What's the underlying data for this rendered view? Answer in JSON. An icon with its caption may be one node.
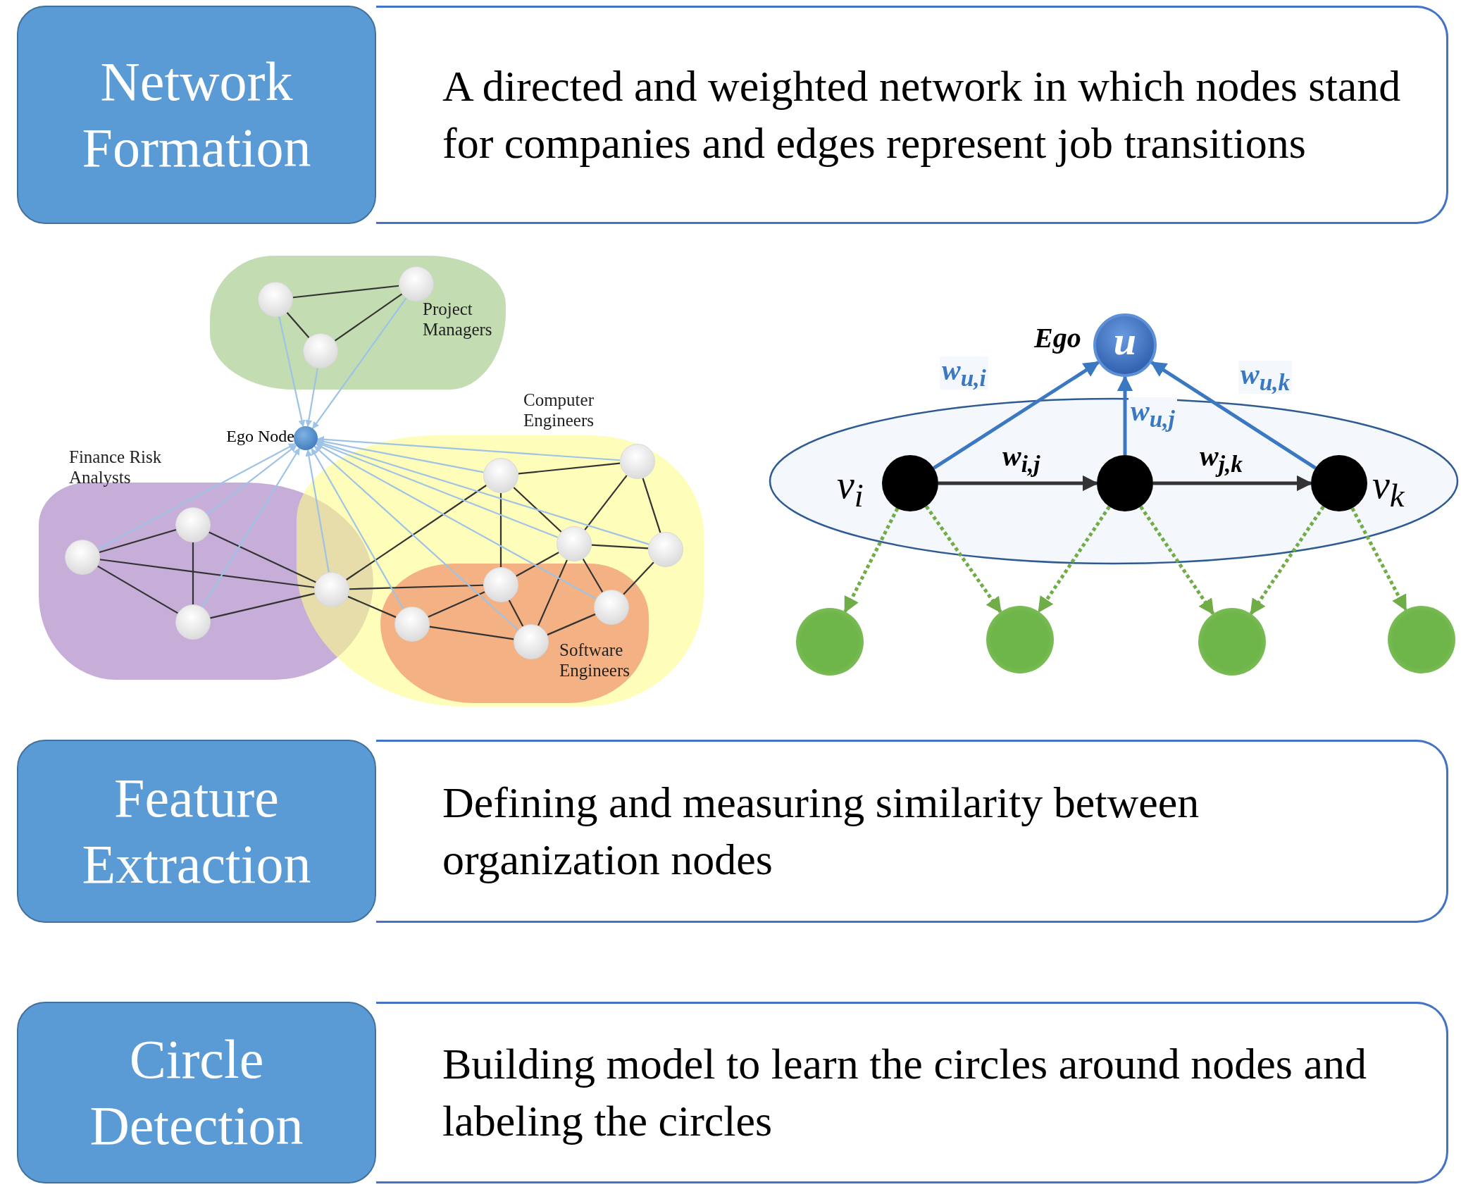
{
  "diagram": {
    "nodes": [
      {
        "text": [
          "Network Formation"
        ]
      },
      {
        "text": [
          "A directed and weighted network in which nodes stand for companies and edges represent job transitions"
        ]
      },
      {
        "text": [
          "Project Managers"
        ]
      },
      {
        "text": [],
        "shape": "circle",
        "in": 2
      },
      {
        "text": [],
        "shape": "circle",
        "in": 2
      },
      {
        "text": [],
        "shape": "circle",
        "in": 2
      },
      {
        "text": [],
        "shape": "circle",
        "beside": [
          "Ego Node"
        ]
      },
      {
        "text": [
          "Finance Risk Analysts"
        ]
      },
      {
        "text": [],
        "shape": "circle",
        "in": 7
      },
      {
        "text": [],
        "shape": "circle",
        "in": 7
      },
      {
        "text": [],
        "shape": "circle",
        "in": 7
      },
      {
        "text": [
          "Computer Engineers"
        ]
      },
      {
        "text": [],
        "shape": "circle",
        "in": 11
      },
      {
        "text": [],
        "shape": "circle",
        "in": 11
      },
      {
        "text": [],
        "shape": "circle",
        "in": 11
      },
      {
        "text": [],
        "shape": "circle",
        "in": 11
      },
      {
        "text": [],
        "shape": "circle"
      },
      {
        "text": [
          "Software Engineers"
        ],
        "in": 11
      },
      {
        "text": [],
        "shape": "circle",
        "in": 17
      },
      {
        "text": [],
        "shape": "circle",
        "in": 17
      },
      {
        "text": [],
        "shape": "circle",
        "in": 17
      },
      {
        "text": [],
        "shape": "circle",
        "in": 17
      },
      {
        "text": [
          "u"
        ],
        "beside": [
          "Ego"
        ]
      },
      {
        "text": [],
        "shape": "circle",
        "beside": [
          "v$_{i}$"
        ]
      },
      {
        "text": [],
        "shape": "circle"
      },
      {
        "text": [],
        "shape": "circle",
        "beside": [
          "v$_{k}$"
        ]
      },
      {
        "text": [],
        "shape": "circle"
      },
      {
        "text": [],
        "shape": "circle"
      },
      {
        "text": [],
        "shape": "circle"
      },
      {
        "text": [],
        "shape": "circle"
      },
      {
        "text": [
          "Feature Extraction"
        ]
      },
      {
        "text": [
          "Defining and measuring similarity between organization nodes"
        ]
      },
      {
        "text": [
          "Circle Detection"
        ]
      },
      {
        "text": [
          "Building model to learn the circles around nodes and labeling the circles"
        ]
      }
    ],
    "edges": [
      {
        "from": 3,
        "to": 4,
        "arrow": "none"
      },
      {
        "from": 3,
        "to": 5,
        "arrow": "none"
      },
      {
        "from": 5,
        "to": 4,
        "arrow": "none"
      },
      {
        "from": 8,
        "to": 9,
        "arrow": "none"
      },
      {
        "from": 8,
        "to": 10,
        "arrow": "none"
      },
      {
        "from": 8,
        "to": 16,
        "arrow": "none"
      },
      {
        "from": 9,
        "to": 10,
        "arrow": "none"
      },
      {
        "from": 9,
        "to": 16,
        "arrow": "none"
      },
      {
        "from": 10,
        "to": 16,
        "arrow": "none"
      },
      {
        "from": 16,
        "to": 12,
        "arrow": "none"
      },
      {
        "from": 16,
        "to": 18,
        "arrow": "none"
      },
      {
        "from": 16,
        "to": 19,
        "arrow": "none"
      },
      {
        "from": 12,
        "to": 13,
        "arrow": "none"
      },
      {
        "from": 12,
        "to": 18,
        "arrow": "none"
      },
      {
        "from": 12,
        "to": 14,
        "arrow": "none"
      },
      {
        "from": 13,
        "to": 14,
        "arrow": "none"
      },
      {
        "from": 13,
        "to": 15,
        "arrow": "none"
      },
      {
        "from": 14,
        "to": 15,
        "arrow": "none"
      },
      {
        "from": 14,
        "to": 18,
        "arrow": "none"
      },
      {
        "from": 14,
        "to": 20,
        "arrow": "none"
      },
      {
        "from": 14,
        "to": 21,
        "arrow": "none"
      },
      {
        "from": 15,
        "to": 21,
        "arrow": "none"
      },
      {
        "from": 18,
        "to": 19,
        "arrow": "none"
      },
      {
        "from": 18,
        "to": 20,
        "arrow": "none"
      },
      {
        "from": 19,
        "to": 20,
        "arrow": "none"
      },
      {
        "from": 20,
        "to": 21,
        "arrow": "none"
      },
      {
        "from": 3,
        "to": 6,
        "arrow": "to",
        "color": "#9dc3e6"
      },
      {
        "from": 5,
        "to": 6,
        "arrow": "to",
        "color": "#9dc3e6"
      },
      {
        "from": 4,
        "to": 6,
        "arrow": "to",
        "color": "#9dc3e6"
      },
      {
        "from": 8,
        "to": 6,
        "arrow": "to",
        "color": "#9dc3e6"
      },
      {
        "from": 9,
        "to": 6,
        "arrow": "to",
        "color": "#9dc3e6"
      },
      {
        "from": 10,
        "to": 6,
        "arrow": "to",
        "color": "#9dc3e6"
      },
      {
        "from": 16,
        "to": 6,
        "arrow": "to",
        "color": "#9dc3e6"
      },
      {
        "from": 19,
        "to": 6,
        "arrow": "to",
        "color": "#9dc3e6"
      },
      {
        "from": 20,
        "to": 6,
        "arrow": "to",
        "color": "#9dc3e6"
      },
      {
        "from": 21,
        "to": 6,
        "arrow": "to",
        "color": "#9dc3e6"
      },
      {
        "from": 14,
        "to": 6,
        "arrow": "to",
        "color": "#9dc3e6"
      },
      {
        "from": 15,
        "to": 6,
        "arrow": "to",
        "color": "#9dc3e6"
      },
      {
        "from": 13,
        "to": 6,
        "arrow": "to",
        "color": "#9dc3e6"
      },
      {
        "from": 12,
        "to": 6,
        "arrow": "to",
        "color": "#9dc3e6"
      },
      {
        "from": 23,
        "to": 22,
        "arrow": "to",
        "label": "w$_{u,i}$",
        "color": "#3a78c2"
      },
      {
        "from": 24,
        "to": 22,
        "arrow": "to",
        "label": "w$_{u,j}$",
        "color": "#3a78c2"
      },
      {
        "from": 25,
        "to": 22,
        "arrow": "to",
        "label": "w$_{u,k}$",
        "color": "#3a78c2"
      },
      {
        "from": 23,
        "to": 24,
        "arrow": "to",
        "label": "w$_{i,j}$"
      },
      {
        "from": 24,
        "to": 25,
        "arrow": "to",
        "label": "w$_{j,k}$"
      },
      {
        "from": 23,
        "to": 26,
        "arrow": "to",
        "style": "dashed",
        "color": "#70ad47"
      },
      {
        "from": 23,
        "to": 27,
        "arrow": "to",
        "style": "dashed",
        "color": "#70ad47"
      },
      {
        "from": 24,
        "to": 27,
        "arrow": "to",
        "style": "dashed",
        "color": "#70ad47"
      },
      {
        "from": 24,
        "to": 28,
        "arrow": "to",
        "style": "dashed",
        "color": "#70ad47"
      },
      {
        "from": 25,
        "to": 28,
        "arrow": "to",
        "style": "dashed",
        "color": "#70ad47"
      },
      {
        "from": 25,
        "to": 29,
        "arrow": "to",
        "style": "dashed",
        "color": "#70ad47"
      }
    ]
  }
}
